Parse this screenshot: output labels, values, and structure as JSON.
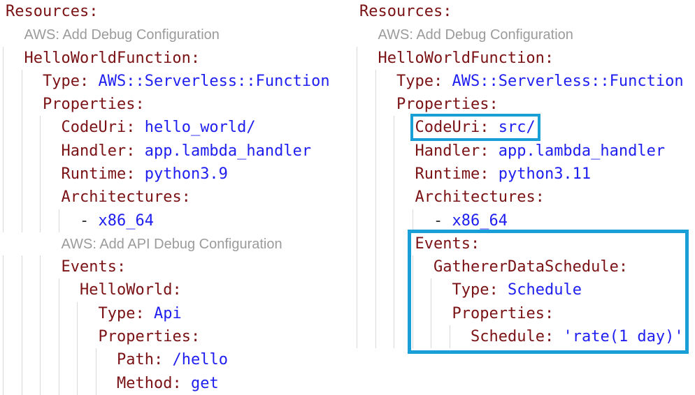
{
  "colors": {
    "background": "#ffffff",
    "key": "#7a1215",
    "value": "#1f1ef0",
    "dash": "#2a2a2a",
    "codelens": "#9b9b9b",
    "indent_guide": "#d8d8d8",
    "highlight": "#189fd8"
  },
  "panels": [
    {
      "id": "template-before",
      "lines": [
        {
          "kind": "key",
          "indent": 0,
          "key": "Resources:"
        },
        {
          "kind": "codelens",
          "indent": 2,
          "text": "AWS: Add Debug Configuration"
        },
        {
          "kind": "key",
          "indent": 2,
          "key": "HelloWorldFunction:"
        },
        {
          "kind": "pair",
          "indent": 4,
          "key": "Type:",
          "value": "AWS::Serverless::Function"
        },
        {
          "kind": "key",
          "indent": 4,
          "key": "Properties:"
        },
        {
          "kind": "pair",
          "indent": 6,
          "key": "CodeUri:",
          "value": "hello_world/"
        },
        {
          "kind": "pair",
          "indent": 6,
          "key": "Handler:",
          "value": "app.lambda_handler"
        },
        {
          "kind": "pair",
          "indent": 6,
          "key": "Runtime:",
          "value": "python3.9"
        },
        {
          "kind": "key",
          "indent": 6,
          "key": "Architectures:"
        },
        {
          "kind": "item",
          "indent": 8,
          "dash": "-",
          "value": "x86_64"
        },
        {
          "kind": "codelens",
          "indent": 6,
          "text": "AWS: Add API Debug Configuration"
        },
        {
          "kind": "key",
          "indent": 6,
          "key": "Events:"
        },
        {
          "kind": "key",
          "indent": 8,
          "key": "HelloWorld:"
        },
        {
          "kind": "pair",
          "indent": 10,
          "key": "Type:",
          "value": "Api"
        },
        {
          "kind": "key",
          "indent": 10,
          "key": "Properties:"
        },
        {
          "kind": "pair",
          "indent": 12,
          "key": "Path:",
          "value": "/hello"
        },
        {
          "kind": "pair",
          "indent": 12,
          "key": "Method:",
          "value": "get"
        }
      ]
    },
    {
      "id": "template-after",
      "lines": [
        {
          "kind": "key",
          "indent": 0,
          "key": "Resources:"
        },
        {
          "kind": "codelens",
          "indent": 2,
          "text": "AWS: Add Debug Configuration"
        },
        {
          "kind": "key",
          "indent": 2,
          "key": "HelloWorldFunction:"
        },
        {
          "kind": "pair",
          "indent": 4,
          "key": "Type:",
          "value": "AWS::Serverless::Function"
        },
        {
          "kind": "key",
          "indent": 4,
          "key": "Properties:"
        },
        {
          "kind": "pair",
          "indent": 6,
          "key": "CodeUri:",
          "value": "src/",
          "highlighted": true
        },
        {
          "kind": "pair",
          "indent": 6,
          "key": "Handler:",
          "value": "app.lambda_handler"
        },
        {
          "kind": "pair",
          "indent": 6,
          "key": "Runtime:",
          "value": "python3.11"
        },
        {
          "kind": "key",
          "indent": 6,
          "key": "Architectures:"
        },
        {
          "kind": "item",
          "indent": 8,
          "dash": "-",
          "value": "x86_64"
        },
        {
          "kind": "key",
          "indent": 6,
          "key": "Events:"
        },
        {
          "kind": "key",
          "indent": 8,
          "key": "GathererDataSchedule:"
        },
        {
          "kind": "pair",
          "indent": 10,
          "key": "Type:",
          "value": "Schedule"
        },
        {
          "kind": "key",
          "indent": 10,
          "key": "Properties:"
        },
        {
          "kind": "pair",
          "indent": 12,
          "key": "Schedule:",
          "value": "'rate(1 day)'"
        }
      ],
      "block_highlight": {
        "first_line": 11,
        "last_line": 15,
        "indent": 6
      }
    }
  ]
}
